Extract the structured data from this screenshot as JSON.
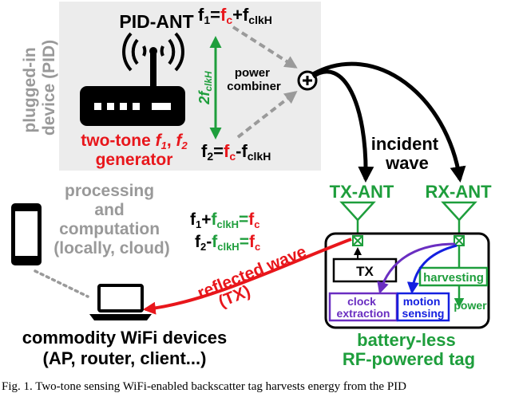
{
  "pid_label": "plugged-in device (PID)",
  "pid_ant": "PID-ANT",
  "generator_line1": "two-tone f1, f2",
  "generator_line2": "generator",
  "f1": {
    "lhs": "f1",
    "eq": "=",
    "fc": "fc",
    "op": "+",
    "fclk": "fclkH"
  },
  "f2": {
    "lhs": "f2",
    "eq": "=",
    "fc": "fc",
    "op": "-",
    "fclk": "fclkH"
  },
  "two_fclk": "2fclkH",
  "power_combiner_line1": "power",
  "power_combiner_line2": "combiner",
  "incident_line1": "incident",
  "incident_line2": "wave",
  "tx_ant": "TX-ANT",
  "rx_ant": "RX-ANT",
  "tx_eq1": {
    "lhs": "f1+",
    "fclk": "fclkH",
    "eq": "=",
    "fc": "fc"
  },
  "tx_eq2": {
    "lhs": "f2-",
    "fclk": "fclkH",
    "eq": "=",
    "fc": "fc"
  },
  "reflected_line1": "reflected wave",
  "reflected_line2": "(TX)",
  "processing": [
    "processing",
    "and",
    "computation",
    "(locally, cloud)"
  ],
  "tag_blocks": {
    "tx": "TX",
    "harvesting": "harvesting",
    "power": "power",
    "clock_line1": "clock",
    "clock_line2": "extraction",
    "motion_line1": "motion",
    "motion_line2": "sensing"
  },
  "tag_label_line1": "battery-less",
  "tag_label_line2": "RF-powered tag",
  "wifi_line1": "commodity WiFi devices",
  "wifi_line2": "(AP, router, client...)",
  "caption": "Fig. 1.  Two-tone sensing WiFi-enabled backscatter tag harvests energy from the PID",
  "colors": {
    "red": "#e8161b",
    "green": "#1e9e3c",
    "gray": "#999999",
    "purple": "#6a2ec1",
    "blue": "#1420e0",
    "panel": "#ececec"
  }
}
